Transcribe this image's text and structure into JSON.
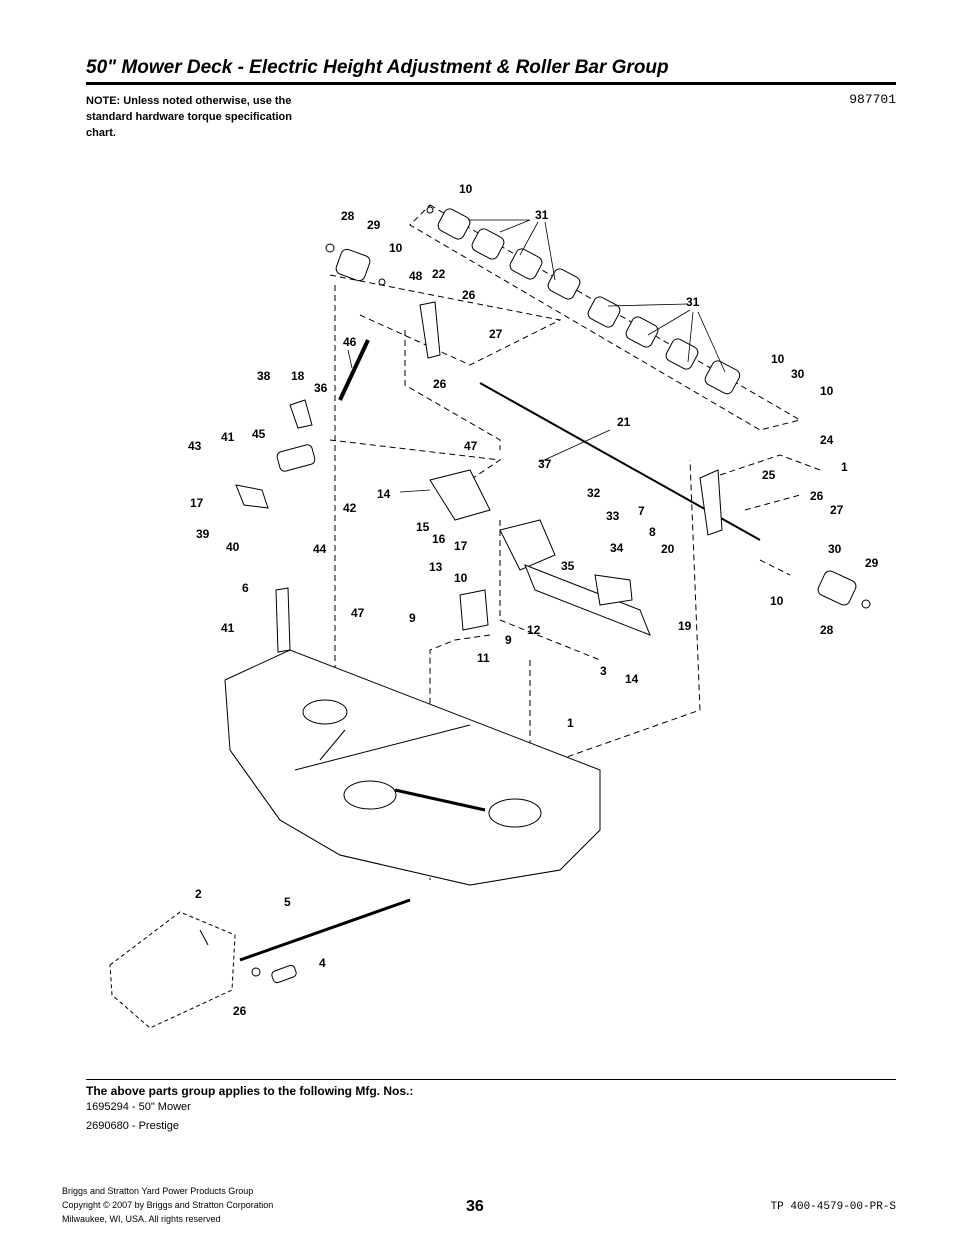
{
  "header": {
    "title": "50\" Mower Deck - Electric Height Adjustment & Roller Bar Group",
    "note": "NOTE: Unless noted otherwise, use the standard hardware torque specification chart.",
    "drawing_number": "987701"
  },
  "callouts": [
    "10",
    "28",
    "29",
    "31",
    "10",
    "48",
    "22",
    "26",
    "27",
    "31",
    "46",
    "26",
    "38",
    "18",
    "36",
    "10",
    "30",
    "10",
    "45",
    "41",
    "43",
    "21",
    "47",
    "37",
    "14",
    "17",
    "39",
    "40",
    "42",
    "44",
    "15",
    "16",
    "17",
    "32",
    "33",
    "7",
    "8",
    "24",
    "1",
    "25",
    "26",
    "27",
    "13",
    "34",
    "20",
    "35",
    "10",
    "30",
    "29",
    "10",
    "9",
    "12",
    "9",
    "11",
    "19",
    "3",
    "14",
    "6",
    "47",
    "41",
    "28",
    "1",
    "2",
    "5",
    "4",
    "26"
  ],
  "applies": {
    "heading": "The above parts group applies to the following Mfg. Nos.:",
    "items": [
      "1695294 - 50\" Mower",
      "2690680 - Prestige"
    ]
  },
  "footer": {
    "company": "Briggs and Stratton Yard Power Products Group",
    "copyright": "Copyright ©  2007 by Briggs and Stratton Corporation",
    "location": "Milwaukee, WI, USA. All rights reserved",
    "page_number": "36",
    "doc_code": "TP 400-4579-00-PR-S"
  }
}
